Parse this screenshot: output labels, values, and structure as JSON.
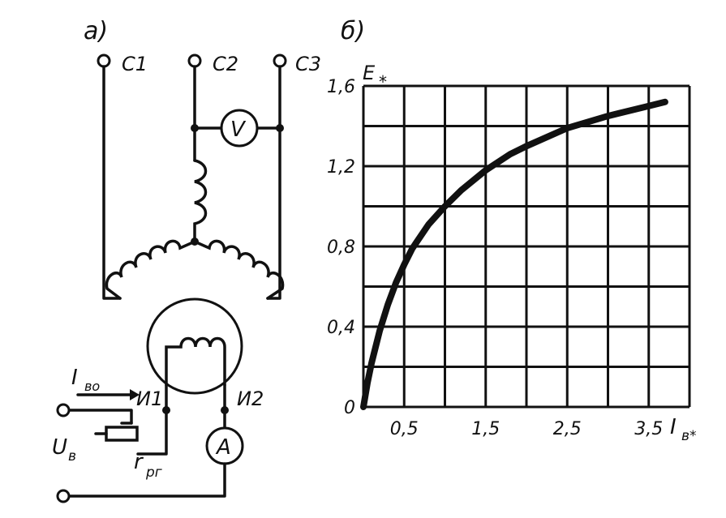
{
  "circuit": {
    "panel_label": "а)",
    "terminals": {
      "c1": "C1",
      "c2": "C2",
      "c3": "C3",
      "i1": "И1",
      "i2": "И2"
    },
    "voltmeter": "V",
    "ammeter": "A",
    "current_label": "I",
    "current_sub": "во",
    "voltage_label": "U",
    "voltage_sub": "в",
    "resistor_label": "r",
    "resistor_sub": "рг"
  },
  "chart_data": {
    "type": "line",
    "panel_label": "б)",
    "ylabel": "E",
    "ylabel_sub": "*",
    "xlabel": "I",
    "xlabel_sub": "в*",
    "xlim": [
      0,
      4.0
    ],
    "ylim": [
      0,
      1.6
    ],
    "x_tick_labels": [
      "0,5",
      "1,5",
      "2,5",
      "3,5"
    ],
    "x_tick_values": [
      0.5,
      1.5,
      2.5,
      3.5
    ],
    "y_tick_labels": [
      "0",
      "0,4",
      "0,8",
      "1,2",
      "1,6"
    ],
    "y_tick_values": [
      0,
      0.4,
      0.8,
      1.2,
      1.6
    ],
    "grid": true,
    "series": [
      {
        "x": [
          0,
          0.05,
          0.1,
          0.2,
          0.3,
          0.4,
          0.5,
          0.6,
          0.8,
          1.0,
          1.2,
          1.5,
          1.8,
          2.0,
          2.5,
          3.0,
          3.5,
          3.7
        ],
        "y": [
          0,
          0.12,
          0.22,
          0.38,
          0.51,
          0.62,
          0.71,
          0.79,
          0.91,
          1.0,
          1.08,
          1.18,
          1.26,
          1.3,
          1.39,
          1.45,
          1.5,
          1.52
        ]
      }
    ]
  }
}
